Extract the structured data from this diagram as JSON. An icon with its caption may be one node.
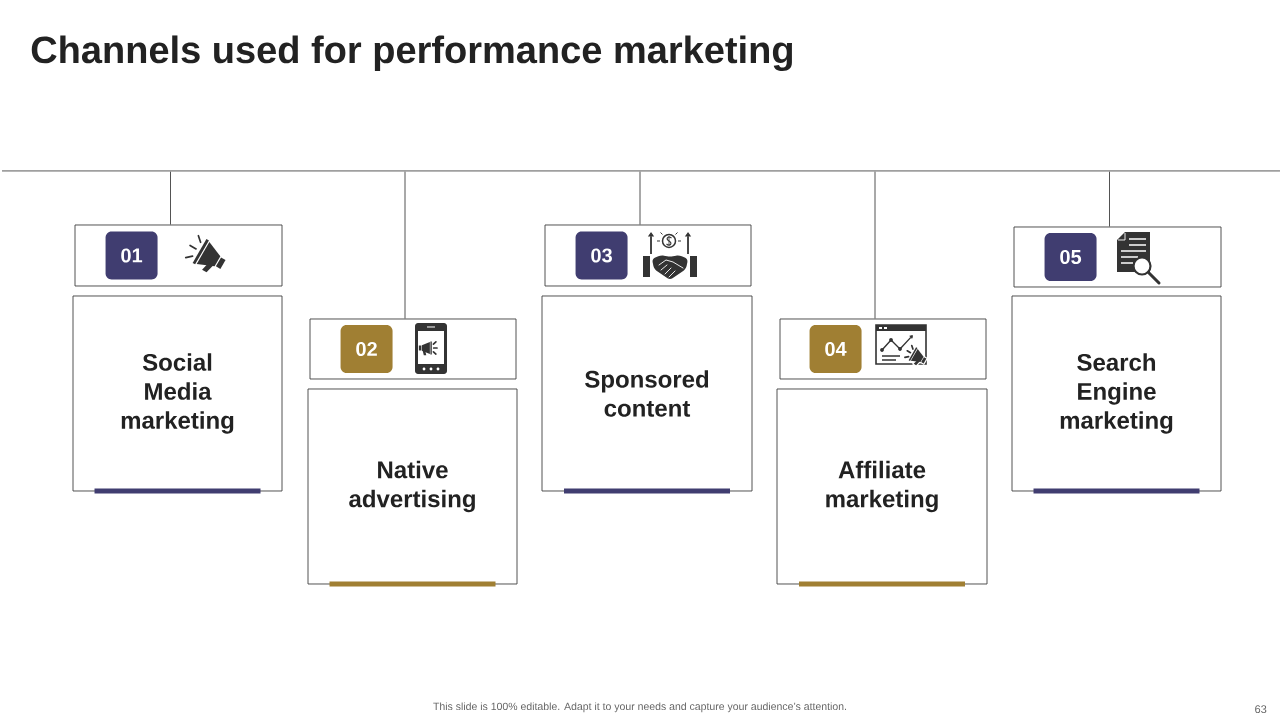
{
  "diagram": {
    "title": "Channels used for performance marketing",
    "nodes": [
      {
        "text": [],
        "shape": "line"
      },
      {
        "text": [],
        "shape": "box"
      },
      {
        "text": [
          "01"
        ],
        "in": 1
      },
      {
        "text": [
          "Social Media marketing"
        ]
      },
      {
        "text": [],
        "shape": "box"
      },
      {
        "text": [
          "02"
        ],
        "in": 4
      },
      {
        "text": [
          "Native advertising"
        ]
      },
      {
        "text": [],
        "shape": "box"
      },
      {
        "text": [
          "03"
        ],
        "in": 7
      },
      {
        "text": [
          "Sponsored content"
        ]
      },
      {
        "text": [],
        "shape": "box"
      },
      {
        "text": [
          "04"
        ],
        "in": 10
      },
      {
        "text": [
          "Affiliate marketing"
        ]
      },
      {
        "text": [],
        "shape": "box"
      },
      {
        "text": [
          "05"
        ],
        "in": 13
      },
      {
        "text": [
          "Search Engine marketing"
        ]
      }
    ],
    "edges": [
      {
        "from": 0,
        "to": 1,
        "arrow": "none"
      },
      {
        "from": 0,
        "to": 4,
        "arrow": "none"
      },
      {
        "from": 0,
        "to": 7,
        "arrow": "none"
      },
      {
        "from": 0,
        "to": 10,
        "arrow": "none"
      },
      {
        "from": 0,
        "to": 13,
        "arrow": "none"
      }
    ],
    "labels": [
      "This slide is 100% editable. Adapt it to your needs and capture your audience’s attention.",
      "63"
    ]
  }
}
